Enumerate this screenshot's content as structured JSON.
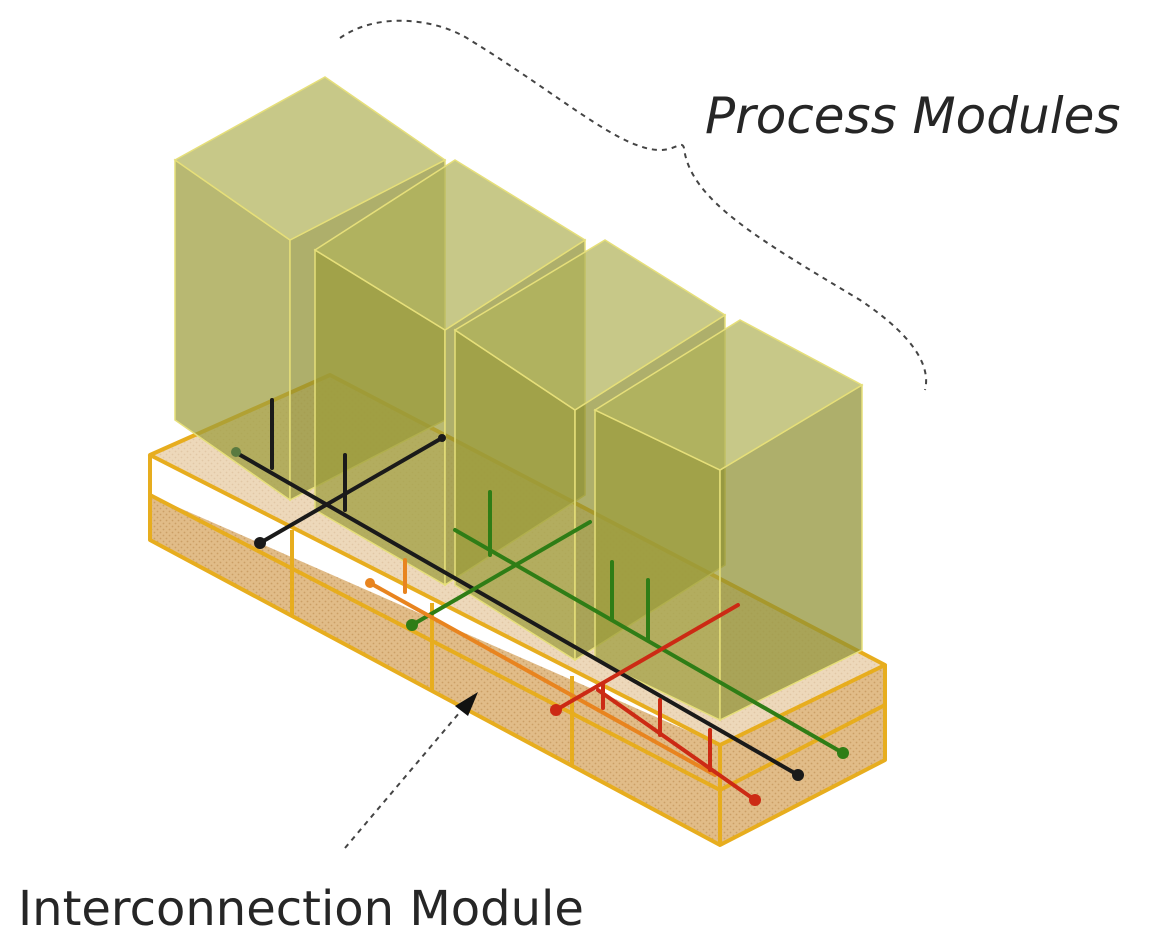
{
  "labels": {
    "process_modules": "Process Modules",
    "interconnection_module": "Interconnection Module"
  },
  "colors": {
    "module_fill": "#9c9d3c",
    "module_edge": "#e6df7a",
    "frame": "#e7ad1e",
    "base_fill": "#dcb27e",
    "pipe_black": "#1a1a1a",
    "pipe_green": "#2f7d16",
    "pipe_orange": "#e8841f",
    "pipe_red": "#cc2a14",
    "text": "#262626"
  },
  "counts": {
    "process_modules": 4,
    "base_sections": 4
  }
}
